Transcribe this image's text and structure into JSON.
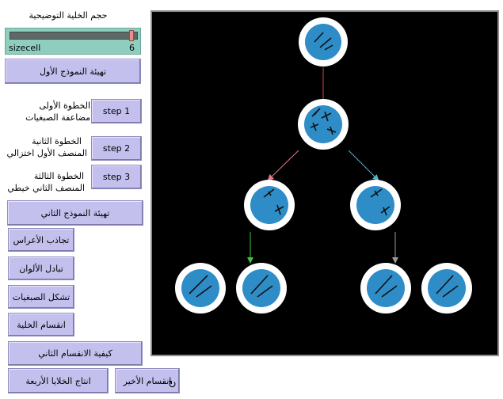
{
  "slider": {
    "title": "حجم الخلية التوضيحية",
    "name": "sizecell",
    "value": "6",
    "fraction": 0.97
  },
  "buttons": {
    "setup_model1": "تهيئة النموذج الأول",
    "step1": "step 1",
    "step2": "step 2",
    "step3": "step 3",
    "setup_model2": "تهيئة النموذج الثاني",
    "attract_centromeres": "تجاذب الأعراس",
    "crossing_over": "تبادل الألوان",
    "chromosome_formation": "تشكل الصبغيات",
    "cell_division": "انقسام الخلية",
    "second_division_how": "كيفية الانقسام الثاني",
    "produce_four_cells": "انتاج الخلايا الأربعة",
    "last_division": "انقسام الأخير"
  },
  "labels": {
    "step1_line1": "الخطوة الأولى",
    "step1_line2": "مضاعفة الصبغيات",
    "step2_line1": "الخطوة الثانية",
    "step2_line2": "المنصف الأول اختزالي",
    "step3_line1": "الخطوة الثالثة",
    "step3_line2": "المنصف الثاني خيطي"
  },
  "colors": {
    "button_bg": "#c4c0ee",
    "slider_bg": "#8fcdbf",
    "view_bg": "#000000",
    "cell_outer": "#ffffff",
    "cell_inner": "#2e8cc7",
    "arrow_red": "#c94a4a",
    "arrow_pink": "#e07a8c",
    "arrow_cyan": "#5ab4c4",
    "arrow_green": "#3ec43e",
    "arrow_gray": "#9a9a9a"
  },
  "icons": {
    "forever": "forever-arrow-icon"
  }
}
